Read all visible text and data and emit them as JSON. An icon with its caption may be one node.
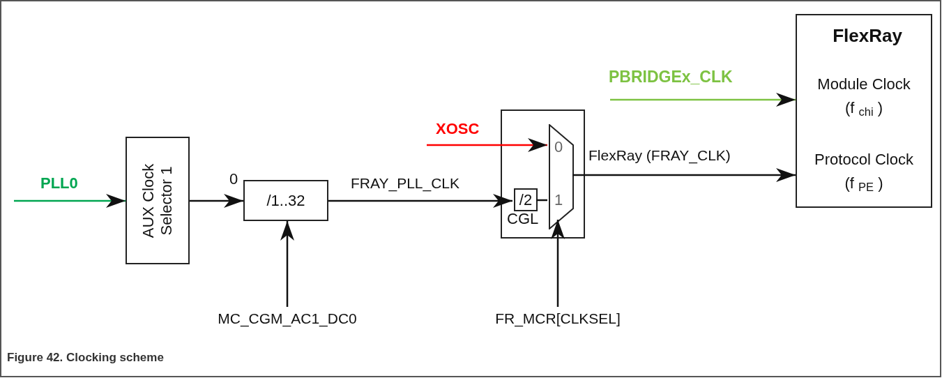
{
  "diagram": {
    "caption": "Figure 42.  Clocking scheme",
    "nodes": [
      {
        "text": [
          "AUX Clock Selector 1"
        ]
      },
      {
        "text": [
          "/1..32"
        ],
        "beside": [
          "0"
        ]
      },
      {
        "text": [],
        "shape": "box"
      },
      {
        "text": [
          "/2"
        ],
        "in": 2,
        "beside": [
          "CGL"
        ]
      },
      {
        "text": [
          "0",
          "1"
        ],
        "in": 2
      },
      {
        "text": [
          "FlexRay",
          "Module Clock",
          "(f $_{chi}$ )",
          "Protocol Clock",
          "(f $_{PE}$ )"
        ]
      },
      {
        "text": [
          "MC_CGM_AC1_DC0"
        ]
      },
      {
        "text": [
          "FR_MCR[CLKSEL]"
        ]
      }
    ],
    "edges": [
      {
        "from": null,
        "to": 0,
        "arrow": "to",
        "label": "PLL0",
        "color": "#00a651"
      },
      {
        "from": 0,
        "to": 1,
        "arrow": "to"
      },
      {
        "from": 1,
        "to": 3,
        "arrow": "to",
        "label": "FRAY_PLL_CLK"
      },
      {
        "from": 3,
        "to": 4,
        "arrow": "none"
      },
      {
        "from": null,
        "to": 4,
        "arrow": "to",
        "label": "XOSC",
        "color": "#ff0000"
      },
      {
        "from": 4,
        "to": 5,
        "arrow": "to",
        "label": "FlexRay (FRAY_CLK)"
      },
      {
        "from": null,
        "to": 5,
        "arrow": "to",
        "label": "PBRIDGEx_CLK",
        "color": "#7dc242"
      },
      {
        "from": 6,
        "to": 1,
        "arrow": "to"
      },
      {
        "from": 7,
        "to": 4,
        "arrow": "to"
      }
    ]
  }
}
